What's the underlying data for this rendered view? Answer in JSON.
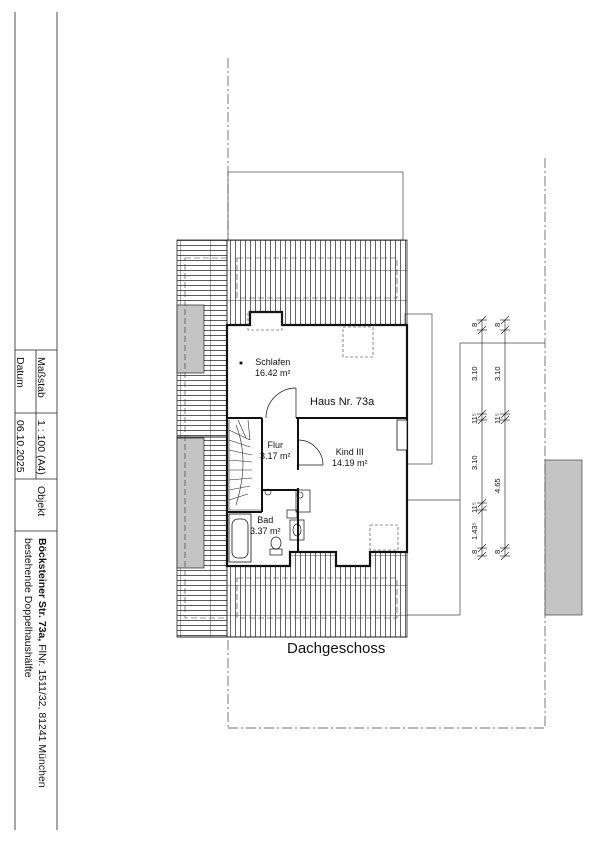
{
  "title_block": {
    "scale_label": "Maßstab",
    "scale_value": "1 : 100 (A4)",
    "date_label": "Datum",
    "date_value": "06.10.2025",
    "object_label": "Objekt",
    "address_bold": "Böcksteiner Str. 73a,",
    "address_rest": " FlNr. 1511/32, 81241 München",
    "description": "bestehende Doppelhaushälfte"
  },
  "plan": {
    "title": "Dachgeschoss",
    "house_label": "Haus Nr. 73a",
    "rooms": [
      {
        "name": "Schlafen",
        "area": "16.42 m²"
      },
      {
        "name": "Flur",
        "area": "3.17 m²"
      },
      {
        "name": "Kind III",
        "area": "14.19 m²"
      },
      {
        "name": "Bad",
        "area": "3.37 m²"
      }
    ]
  },
  "dimensions": {
    "chain_a": [
      "8",
      "3.10",
      "11⁵",
      "3.10",
      "11⁵",
      "1.43⁵",
      "8"
    ],
    "chain_b": [
      "8",
      "3.10",
      "11⁵",
      "4.65",
      "8"
    ]
  }
}
